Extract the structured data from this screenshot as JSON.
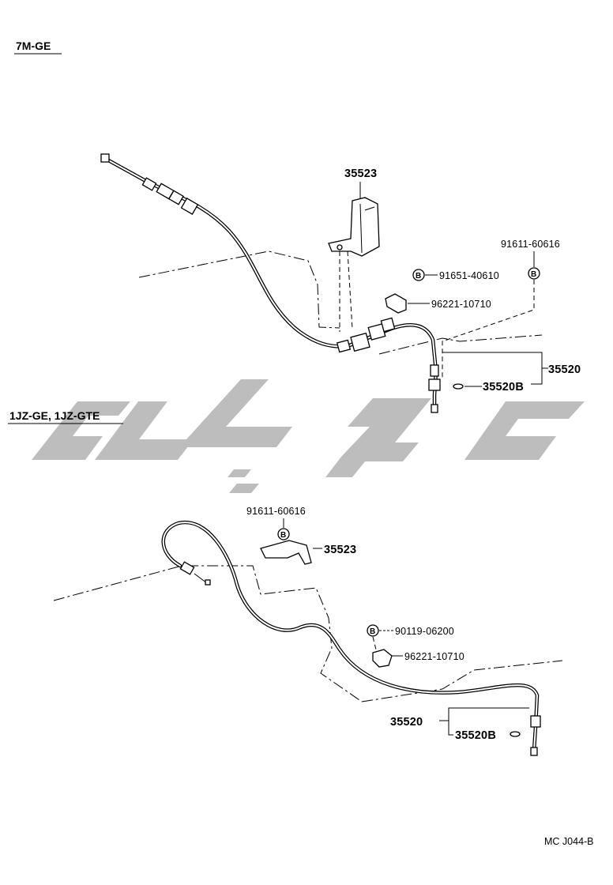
{
  "sections": {
    "top": "7M-GE",
    "bottom": "1JZ-GE, 1JZ-GTE"
  },
  "top_parts": {
    "bracket": "35523",
    "clip_bolt": "91611-60616",
    "washer": "91651-40610",
    "clamp": "96221-10710",
    "cable_assy": "35520",
    "cable_sub": "35520B"
  },
  "bottom_parts": {
    "clip_bolt": "91611-60616",
    "bracket": "35523",
    "bolt": "90119-06200",
    "clamp": "96221-10710",
    "cable_assy": "35520",
    "cable_sub": "35520B"
  },
  "marker": "B",
  "footer_code": "MC J044-B",
  "colors": {
    "line": "#000000",
    "watermark": "#bdbdbd",
    "background": "#ffffff"
  }
}
